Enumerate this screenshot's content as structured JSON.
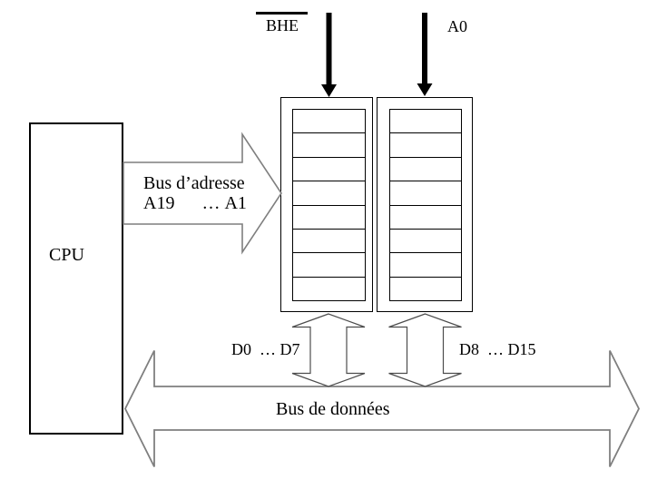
{
  "diagram": {
    "cpu": {
      "label": "CPU"
    },
    "signals": {
      "bhe_label": "BHE",
      "a0_label": "A0"
    },
    "address_bus": {
      "line1": "Bus d’adresse",
      "line2": "A19      … A1"
    },
    "data_bus": {
      "label": "Bus de données",
      "low_byte_label": "D0  … D7",
      "high_byte_label": "D8  … D15"
    },
    "memory": {
      "banks": 2,
      "rows_per_bank": 8
    },
    "colors": {
      "box_line": "#000000",
      "bus_outline": "#7f7f7f",
      "double_arrow_outline": "#4d4d4d",
      "signal_arrow_fill": "#000000",
      "text": "#000000",
      "background": "#ffffff"
    }
  }
}
